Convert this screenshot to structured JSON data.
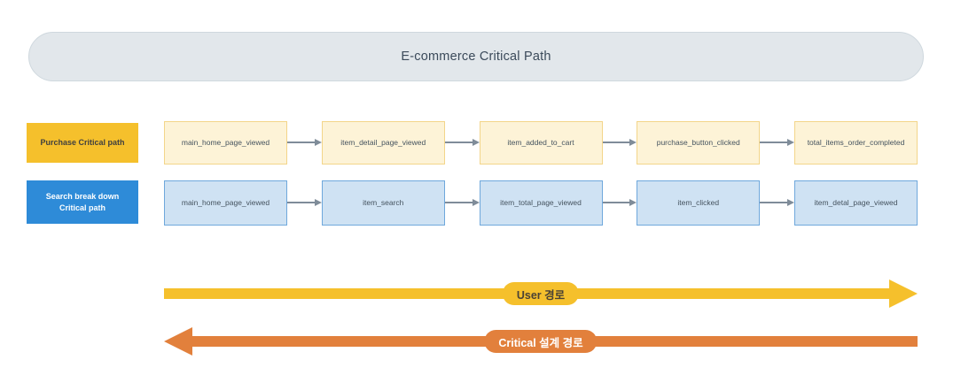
{
  "title": {
    "text": "E-commerce Critical Path"
  },
  "rows": [
    {
      "label": "Purchase Critical path",
      "label_color": "#F5C02C",
      "node_fill": "#FDF3D7",
      "node_border": "#F3D58A",
      "nodes": [
        "main_home_page_viewed",
        "item_detail_page_viewed",
        "item_added_to_cart",
        "purchase_button_clicked",
        "total_items_order_completed"
      ]
    },
    {
      "label_line1": "Search break down",
      "label_line2": "Critical path",
      "label_color": "#2E8BD8",
      "node_fill": "#CFE2F3",
      "node_border": "#6FA8DC",
      "nodes": [
        "main_home_page_viewed",
        "item_search",
        "item_total_page_viewed",
        "item_clicked",
        "item_detal_page_viewed"
      ]
    }
  ],
  "banners": [
    {
      "label": "User 경로",
      "direction": "right",
      "color": "#F5C02C"
    },
    {
      "label": "Critical 설계 경로",
      "direction": "left",
      "color": "#E2803C"
    }
  ],
  "connector_color": "#7F8C99",
  "background": "#FFFFFF"
}
